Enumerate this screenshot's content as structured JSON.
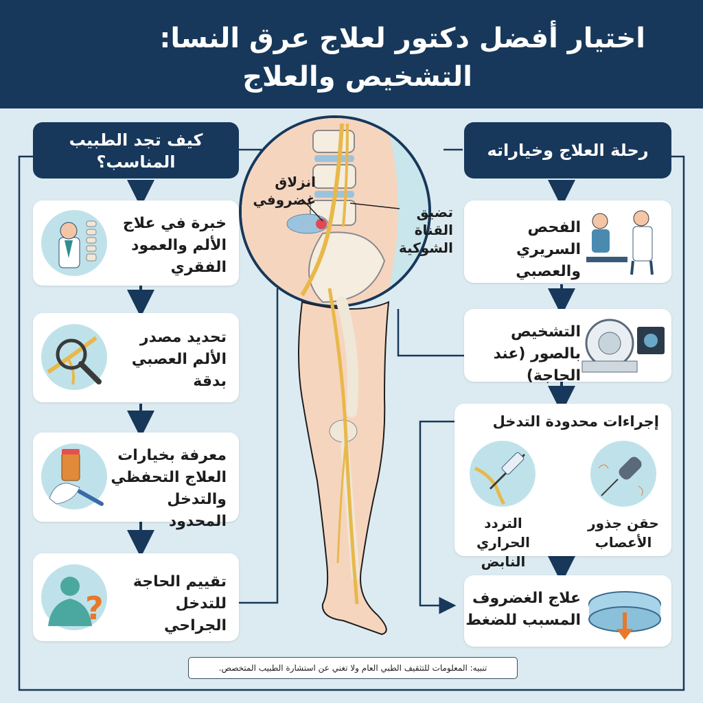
{
  "title": {
    "line1": "اختيار أفضل دكتور لعلاج عرق النسا:",
    "line2": "التشخيص والعلاج"
  },
  "left_column": {
    "header": "كيف تجد الطبيب المناسب؟",
    "items": [
      {
        "label": "خبرة في علاج الألم والعمود الفقري",
        "icon": "doctor-spine-icon"
      },
      {
        "label": "تحديد مصدر الألم العصبي بدقة",
        "icon": "magnifier-nerve-icon"
      },
      {
        "label": "معرفة بخيارات العلاج التحفظي والتدخل المحدود",
        "icon": "medicine-syringe-icon"
      },
      {
        "label": "تقييم الحاجة للتدخل الجراحي",
        "icon": "surgeon-question-icon"
      }
    ]
  },
  "center": {
    "label_disc": "انزلاق غضروفي",
    "label_stenosis": "تضيق القناة الشوكية"
  },
  "right_column": {
    "header": "رحلة العلاج وخياراته",
    "steps": [
      {
        "label": "الفحص السريري والعصبي",
        "icon": "clinical-exam-icon"
      },
      {
        "label": "التشخيص بالصور (عند الحاجة)",
        "icon": "mri-scanner-icon"
      }
    ],
    "procedures": {
      "title": "إجراءات محدودة التدخل",
      "options": [
        {
          "label": "حقن جذور الأعصاب",
          "icon": "nerve-root-injection-icon"
        },
        {
          "label": "التردد الحراري النابض",
          "icon": "radiofrequency-icon"
        }
      ]
    },
    "final": {
      "label": "علاج الغضروف المسبب للضغط",
      "icon": "disc-compression-icon"
    }
  },
  "disclaimer": "تنبيه: المعلومات للتثقيف الطبي العام ولا تغني عن استشارة الطبيب المتخصص.",
  "colors": {
    "navy": "#17385a",
    "background": "#dcebf1",
    "icon_circle": "#bfe2ea",
    "nerve": "#e8b84a"
  }
}
